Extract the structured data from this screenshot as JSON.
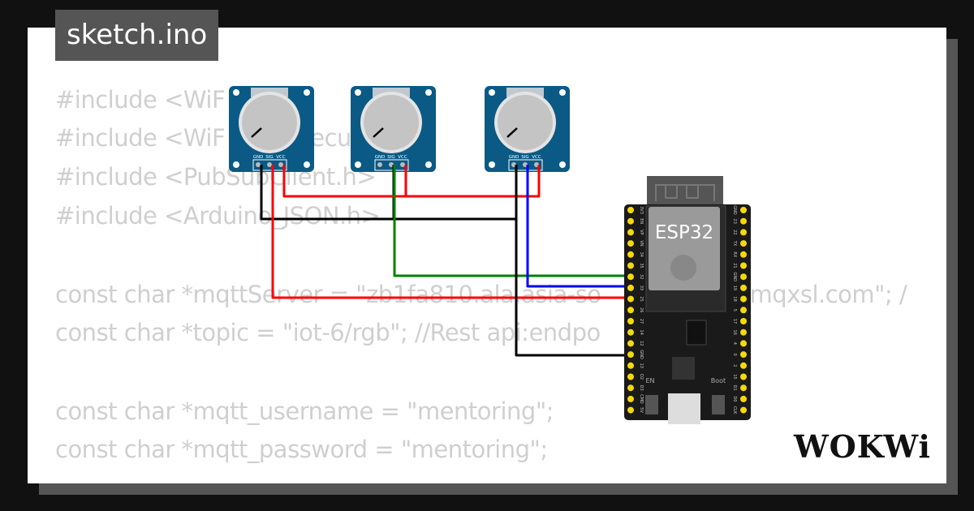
{
  "tab": {
    "title": "sketch.ino"
  },
  "code_lines": [
    "#include <WiF",
    "#include <WiF          Secu",
    "#include <PubSubClient.h>",
    "#include <Arduino_JSON.h>",
    "",
    "const char *mqttServer = \"zb1fa810.ala.asia-so                   emqxsl.com\"; /",
    "const char *topic = \"iot-6/rgb\"; //Rest api:endpo",
    "",
    "const char *mqtt_username = \"mentoring\";",
    "const char *mqtt_password = \"mentoring\";"
  ],
  "components": {
    "potentiometers": [
      {
        "pins": [
          "GND",
          "SIG",
          "VCC"
        ]
      },
      {
        "pins": [
          "GND",
          "SIG",
          "VCC"
        ]
      },
      {
        "pins": [
          "GND",
          "SIG",
          "VCC"
        ]
      }
    ],
    "board": {
      "label": "ESP32",
      "left_pins": [
        "3V3",
        "EN",
        "VP",
        "VN",
        "34",
        "35",
        "32",
        "33",
        "25",
        "26",
        "27",
        "14",
        "12",
        "GND",
        "13",
        "D2",
        "D3",
        "CMD",
        "5V"
      ],
      "right_pins": [
        "GND",
        "23",
        "22",
        "TX",
        "RX",
        "21",
        "GND",
        "19",
        "18",
        "5",
        "17",
        "16",
        "4",
        "0",
        "2",
        "15",
        "D1",
        "D0",
        "CLK"
      ],
      "buttons": [
        "EN",
        "Boot"
      ]
    }
  },
  "wire_colors": {
    "gnd": "#000000",
    "vcc": "#ff0000",
    "sig1": "#ff0000",
    "sig2": "#008000",
    "sig3": "#0000ff"
  },
  "brand": {
    "logo": "WOKWi"
  }
}
